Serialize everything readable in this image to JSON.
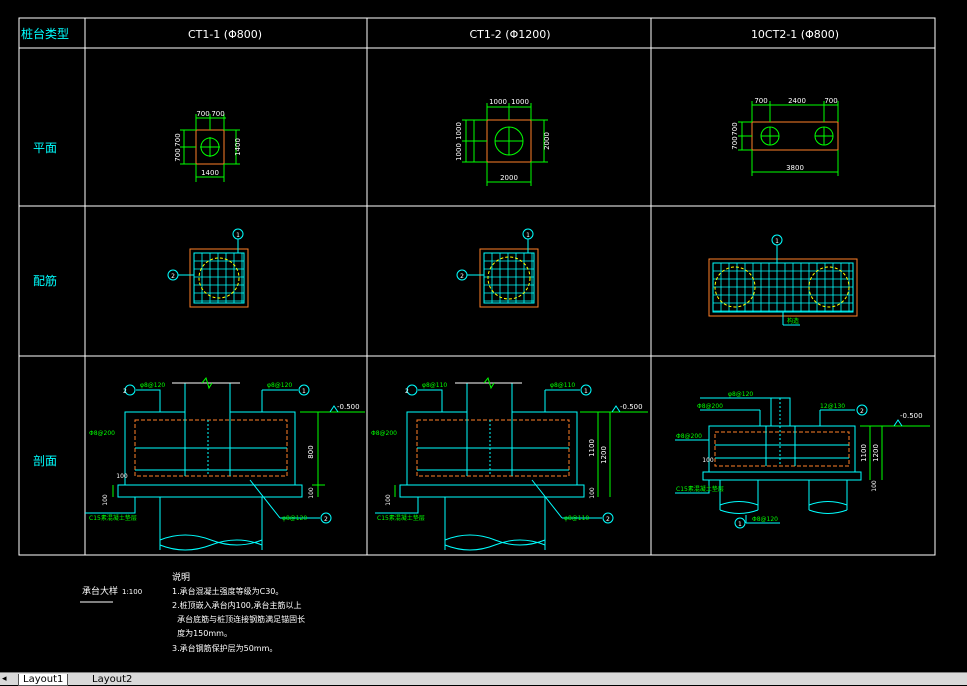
{
  "table": {
    "header_corner": "桩台类型",
    "columns": [
      "CT1-1  (Φ800)",
      "CT1-2  (Φ1200)",
      "10CT2-1  (Φ800)"
    ],
    "rows": [
      "平面",
      "配筋",
      "剖面"
    ]
  },
  "plan": {
    "ct1_1": {
      "top_left": "700",
      "top_right": "700",
      "left_top": "700",
      "left_bottom": "700",
      "right": "1400",
      "bottom": "1400"
    },
    "ct1_2": {
      "top_left": "1000",
      "top_right": "1000",
      "left_top": "1000",
      "left_bottom": "1000",
      "right": "2000",
      "bottom": "2000"
    },
    "ct2_1": {
      "top_left": "700",
      "top_mid": "2400",
      "top_right": "700",
      "left_top": "700",
      "left_bottom": "700",
      "bottom": "3800"
    }
  },
  "rebar": {
    "marker_1": "1",
    "marker_2": "2",
    "ct2_note": "构造"
  },
  "section": {
    "elev_label": "-0.500",
    "ct1_1": {
      "height": "800",
      "bottom_dim": "100",
      "left_dim": "100",
      "label_top_left": "φ8@120",
      "label_top_right": "φ8@120",
      "label_side": "Φ8@200",
      "label_bottom": "φ8@120",
      "label_base": "C15素混凝土垫层"
    },
    "ct1_2": {
      "height_a": "1100",
      "height_b": "1200",
      "bottom_dim": "100",
      "label_top_left": "φ8@110",
      "label_top_right": "φ8@110",
      "label_side": "Φ8@200",
      "label_bottom": "φ8@110",
      "label_base": "C15素混凝土垫层"
    },
    "ct2_1": {
      "height_a": "1100",
      "height_b": "1200",
      "bottom_dim": "100",
      "label_top_left": "φ8@120",
      "label_top2": "Φ8@200",
      "label_top_right": "12@130",
      "label_side": "Φ8@200",
      "label_base": "C15素混凝土垫层",
      "label_bottom": "Φ8@120"
    }
  },
  "notes": {
    "scale_title": "承台大样",
    "scale_value": "1:100",
    "heading": "说明",
    "lines": [
      "1.承台混凝土强度等级为C30。",
      "2.桩顶嵌入承台内100,承台主筋以上",
      "  承台底筋与桩顶连接钢筋满足锚固长",
      "  度为150mm。",
      "3.承台钢筋保护层为50mm。"
    ]
  },
  "layout_tabs": [
    "Layout1",
    "Layout2"
  ],
  "colors": {
    "grid": "#ffffff",
    "green": "#00ff00",
    "cyan": "#00ffff",
    "orange": "#ff7f27",
    "red": "#ff0000",
    "yellow": "#ffff00",
    "magenta": "#ff00ff"
  }
}
